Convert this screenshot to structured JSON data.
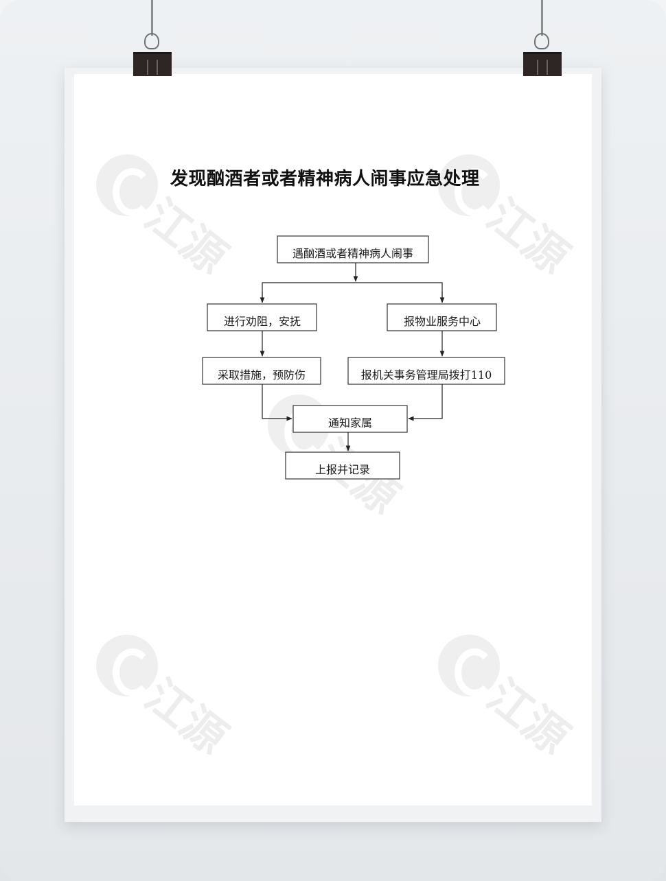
{
  "title": "发现酗酒者或者精神病人闹事应急处理",
  "watermark": {
    "brand": "江源"
  },
  "flowchart": {
    "nodes": {
      "start": "遇酗酒或者精神病人闹事",
      "dissuade": "进行劝阻，安抚",
      "report_property": "报物业服务中心",
      "measures": "采取措施，预防伤",
      "report_bureau": "报机关事务管理局拨打110",
      "notify_family": "通知家属",
      "record": "上报并记录"
    }
  },
  "colors": {
    "line": "#222222",
    "box_border": "#333333",
    "paper": "#ffffff",
    "clip": "#2d2625"
  }
}
